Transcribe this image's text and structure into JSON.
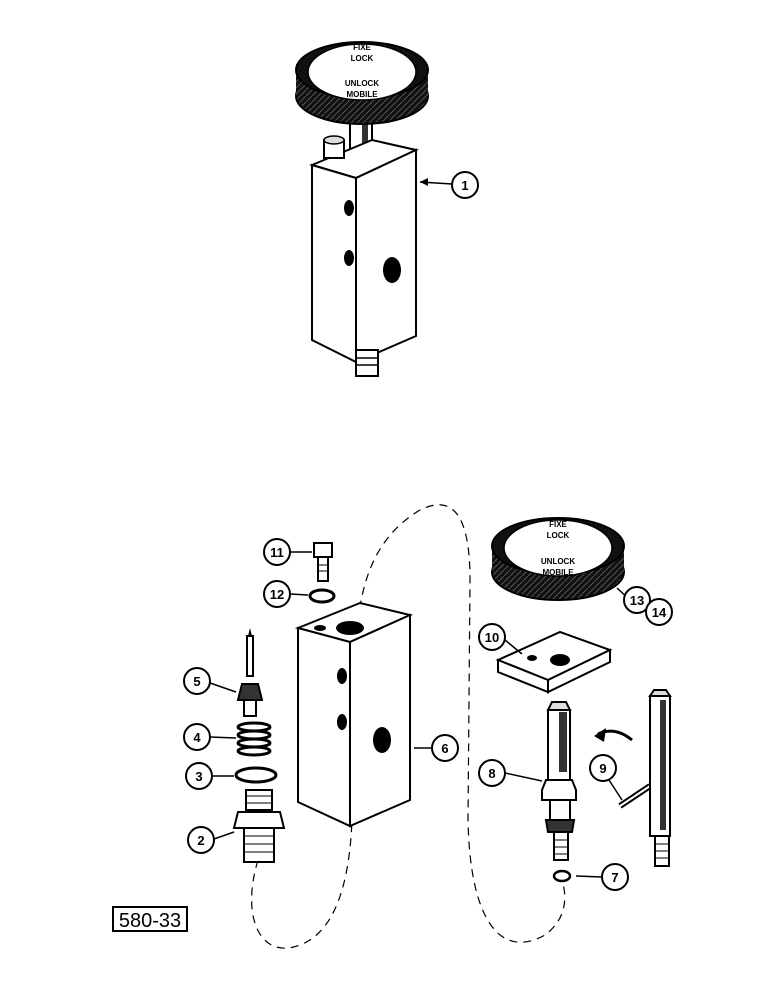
{
  "figure": {
    "reference_label": "580-33",
    "knob_labels": {
      "top": "FIXE",
      "lock": "LOCK",
      "unlock": "UNLOCK",
      "bottom": "MOBILE"
    },
    "callouts": [
      "1",
      "2",
      "3",
      "4",
      "5",
      "6",
      "7",
      "8",
      "9",
      "10",
      "11",
      "12",
      "13",
      "14"
    ]
  }
}
